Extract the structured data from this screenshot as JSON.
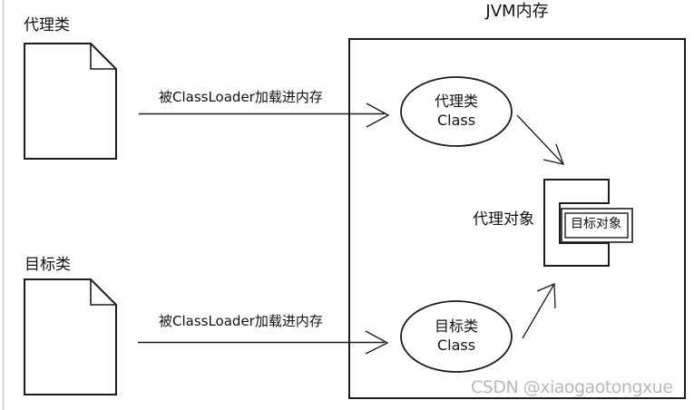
{
  "jvm_box": {
    "title": "JVM内存"
  },
  "proxy_class_file": {
    "label": "代理类"
  },
  "target_class_file": {
    "label": "目标类"
  },
  "load_arrow_top": {
    "label": "被ClassLoader加载进内存"
  },
  "load_arrow_bottom": {
    "label": "被ClassLoader加载进内存"
  },
  "proxy_class_ellipse": {
    "line1": "代理类",
    "line2": "Class"
  },
  "target_class_ellipse": {
    "line1": "目标类",
    "line2": "Class"
  },
  "proxy_object": {
    "label": "代理对象"
  },
  "target_object": {
    "label": "目标对象"
  },
  "watermark": {
    "text": "CSDN @xiaogaotongxue"
  },
  "colors": {
    "line": "#1c1c1c",
    "text": "#111111",
    "watermark_gray": "#b8b8b8",
    "background": "#ffffff",
    "page_edge_gray": "#c9c9c9"
  }
}
